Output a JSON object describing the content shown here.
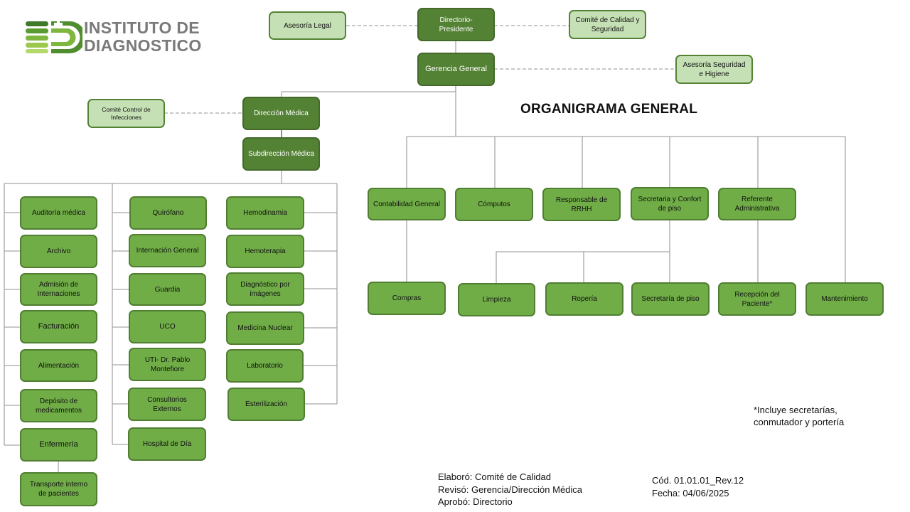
{
  "document": {
    "logo_name": "institute-logo",
    "logo_line1": "INSTITUTO DE",
    "logo_line2": "DIAGNOSTICO",
    "title": "ORGANIGRAMA GENERAL"
  },
  "colors": {
    "dark_green": "#548235",
    "mid_green": "#70ad47",
    "light_green": "#c5e0b4",
    "connector": "#a6a6a6"
  },
  "top": {
    "directorio": "Directorio- Presidente",
    "asesoria_legal": "Asesoría Legal",
    "comite_calidad": "Comité de Calidad y Seguridad",
    "gerencia": "Gerencia General",
    "asesoria_seguridad": "Asesoría Seguridad e Higiene"
  },
  "medical": {
    "direccion": "Dirección Médica",
    "comite_infecciones": "Comité Control de Infecciones",
    "subdireccion": "Subdirección Médica",
    "column1": [
      "Auditoría médica",
      "Archivo",
      "Admisión de Internaciones",
      "Facturación",
      "Alimentación",
      "Depósito de medicamentos",
      "Enfermería"
    ],
    "enfermeria_child": "Transporte interno de pacientes",
    "column2": [
      "Quirófano",
      "Internación General",
      "Guardia",
      "UCO",
      "UTI- Dr. Pablo Montefiore",
      "Consultorios Externos",
      "Hospital de Día"
    ],
    "column3": [
      "Hemodinamia",
      "Hemoterapia",
      "Diagnóstico por imágenes",
      "Medicina Nuclear",
      "Laboratorio",
      "Esterilización"
    ]
  },
  "admin": {
    "level1": [
      "Contabilidad General",
      "Cómputos",
      "Responsable de RRHH",
      "Secretaria y Confort de piso",
      "Referente Administrativa"
    ],
    "compras": "Compras",
    "secretaria_children": [
      "Limpieza",
      "Ropería",
      "Secretaría de piso"
    ],
    "recepcion": "Recepción del Paciente*",
    "mantenimiento": "Mantenimiento"
  },
  "note": {
    "line1": "*Incluye secretarías,",
    "line2": "conmutador y portería"
  },
  "footer": {
    "elaboro": "Elaboró: Comité de Calidad",
    "reviso": "Revisó: Gerencia/Dirección Médica",
    "aprobo": "Aprobó: Directorio",
    "codigo": "Cód. 01.01.01_Rev.12",
    "fecha": "Fecha: 04/06/2025"
  }
}
